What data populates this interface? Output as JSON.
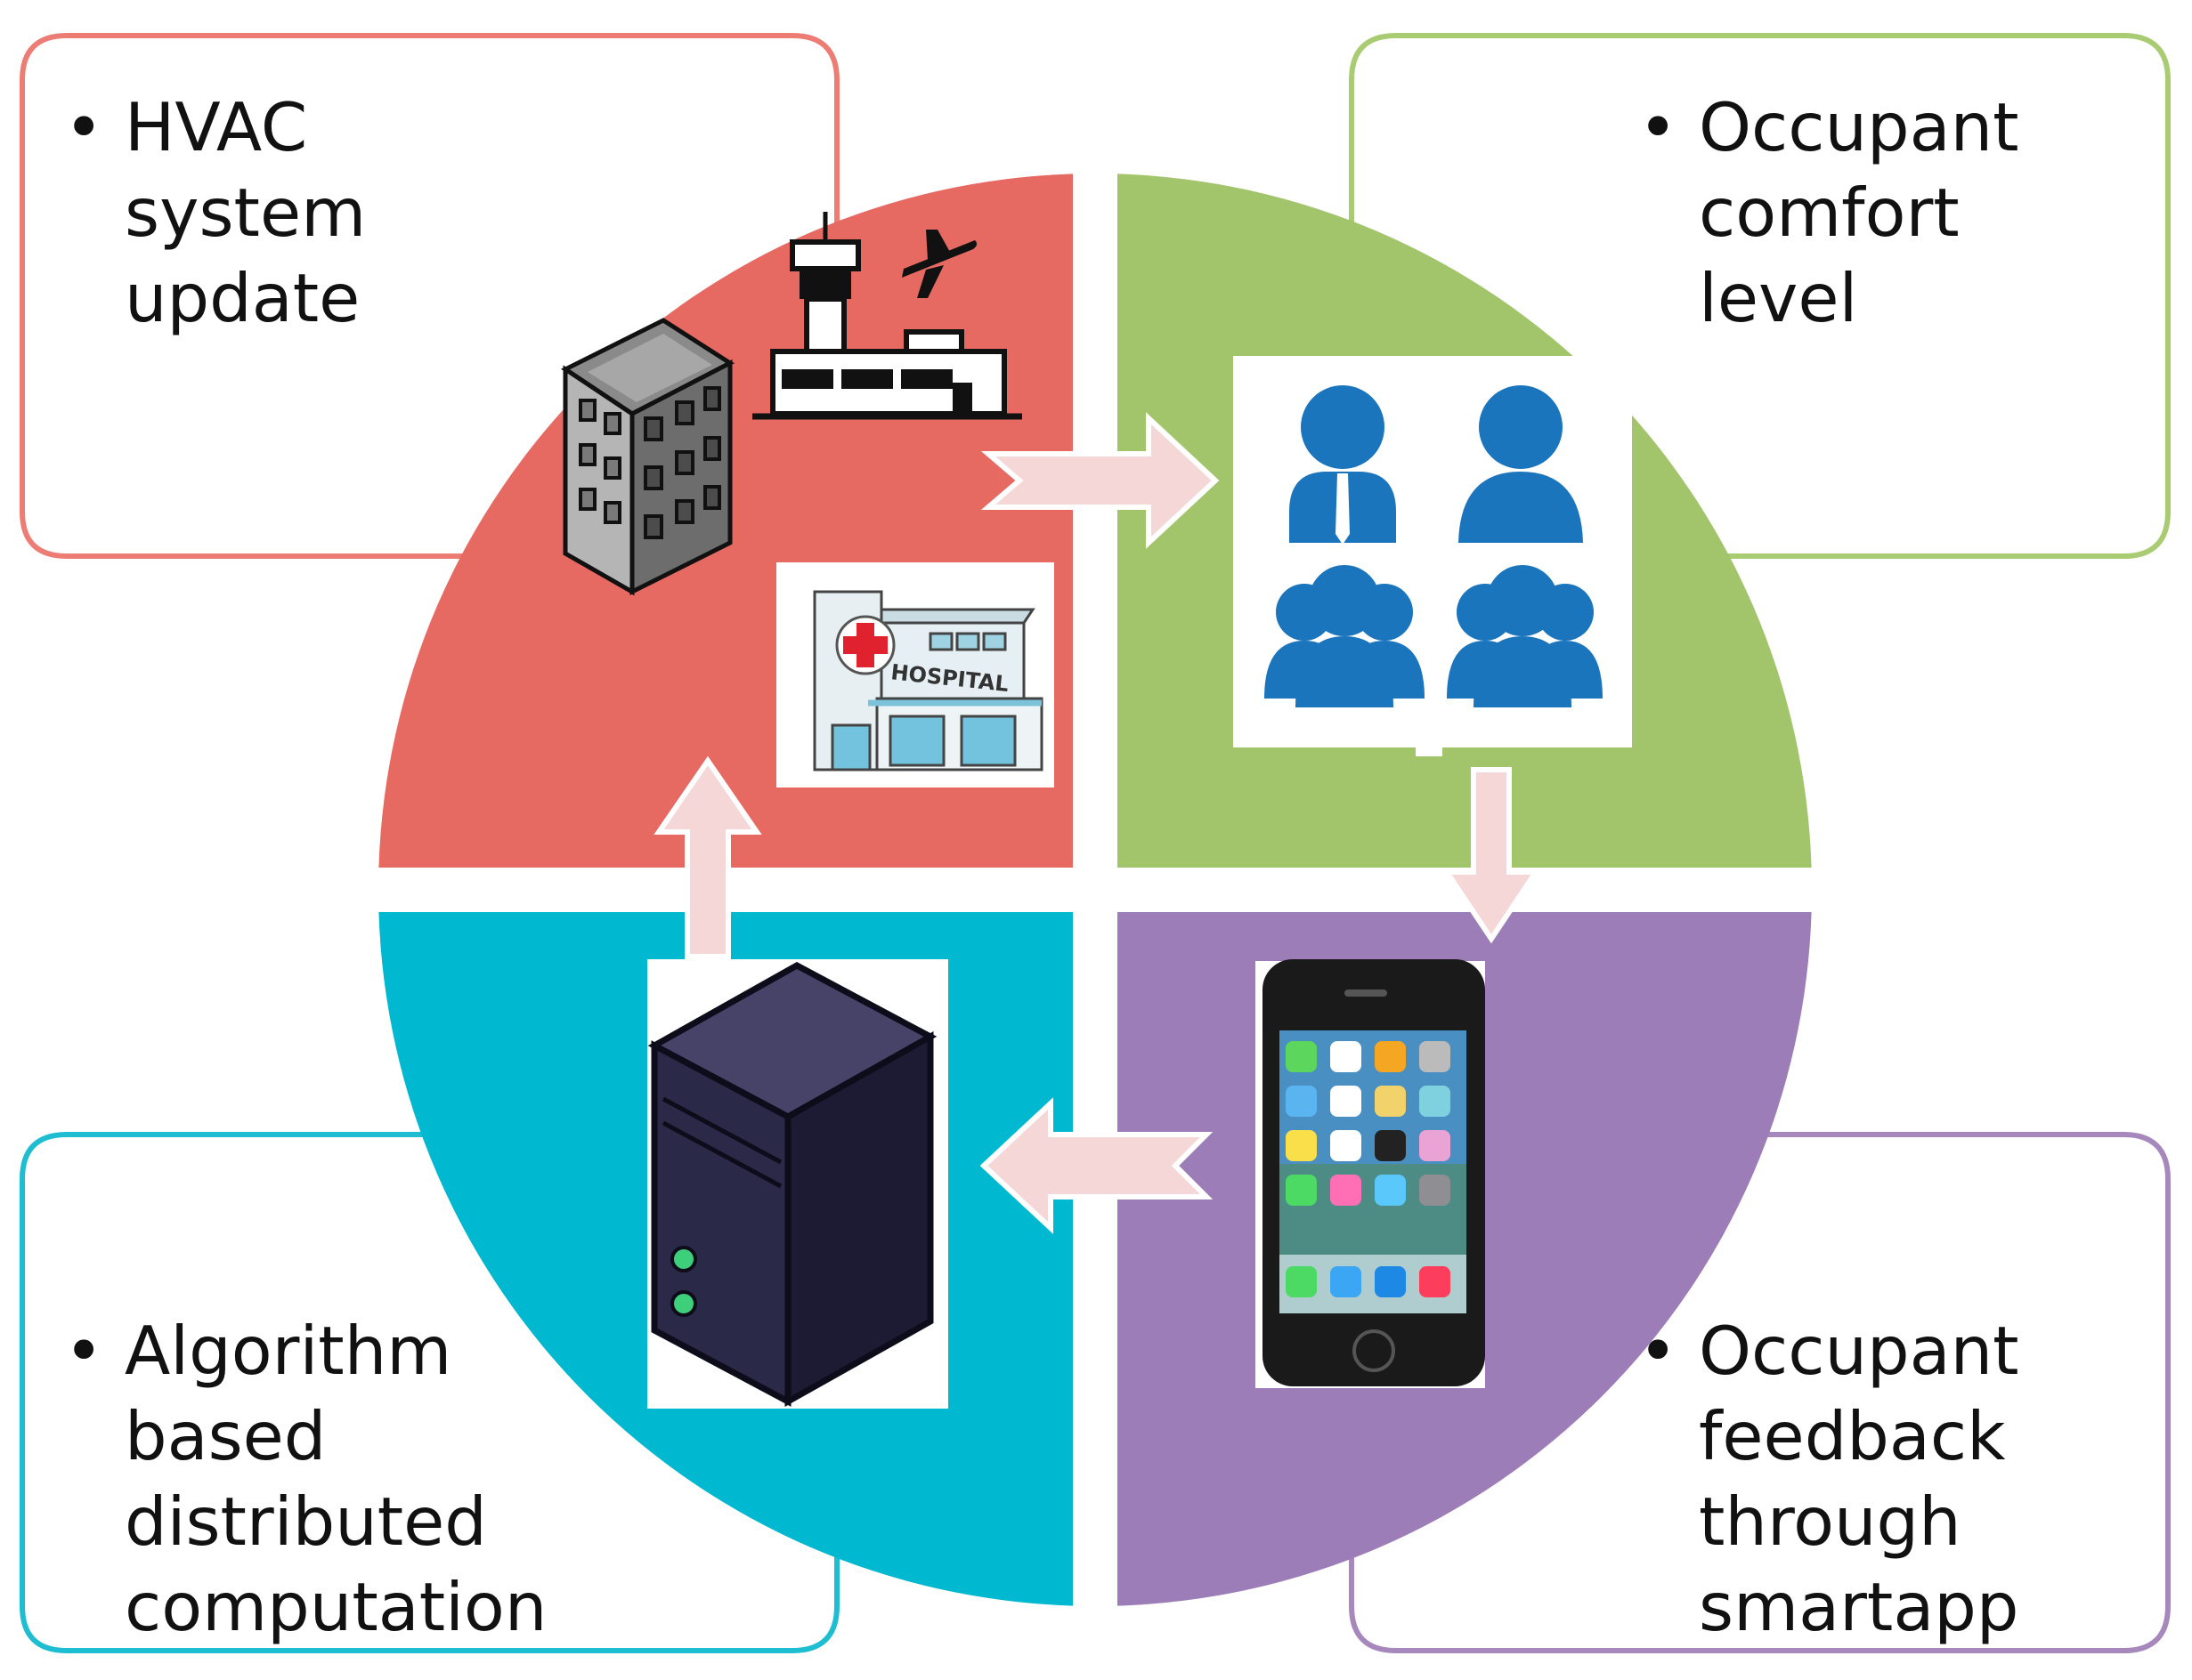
{
  "quadrants": {
    "top_left": {
      "lines": [
        "HVAC",
        "system",
        "update"
      ],
      "color": "#e76a62",
      "border": "#ec7c74"
    },
    "top_right": {
      "lines": [
        "Occupant",
        "comfort",
        "level"
      ],
      "color": "#a2c56b",
      "border": "#a9cb72"
    },
    "bottom_right": {
      "lines": [
        "Occupant",
        "feedback",
        "through",
        "smartapp"
      ],
      "color": "#9d7db7",
      "border": "#a688bd"
    },
    "bottom_left": {
      "lines": [
        "Algorithm",
        "based",
        "distributed",
        "computation"
      ],
      "color": "#00b8cf",
      "border": "#1ebdd2"
    }
  },
  "bullet": "•",
  "hospital_sign": "HOSPITAL",
  "colors": {
    "arrow_fill": "#f4d7d6",
    "arrow_stroke": "#ffffff",
    "people": "#1b75bc",
    "server": "#2b2948"
  },
  "icons": [
    "office-building-icon",
    "airport-icon",
    "hospital-icon",
    "people-group-icon",
    "smartphone-icon",
    "server-icon"
  ]
}
